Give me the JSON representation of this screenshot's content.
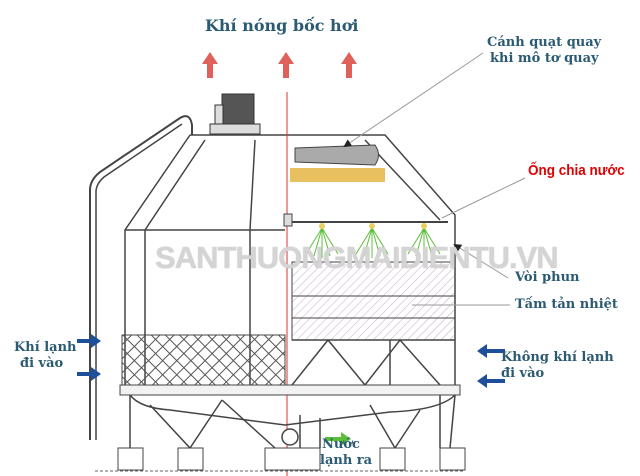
{
  "title": "Khí nóng bốc hơi",
  "watermark": "SANTHUONGMAIDIENTU.VN",
  "labels": {
    "fan_line1": "Cánh quạt quay",
    "fan_line2": "khi mô tơ quay",
    "distribution_pipe": "Ống chia nước",
    "nozzle": "Vòi phun",
    "fill": "Tấm tản nhiệt",
    "air_in_right_line1": "Không khí lạnh",
    "air_in_right_line2": "đi vào",
    "air_in_left_line1": "Khí lạnh",
    "air_in_left_line2": "đi vào",
    "water_out_line1": "Nước",
    "water_out_line2": "lạnh ra"
  },
  "colors": {
    "title": "#2b5a73",
    "hot_air_arrow": "#e0605a",
    "cold_air_arrow": "#1e4f9a",
    "water_arrow": "#5cbf3a",
    "pipe_label": "#e00000",
    "fan_bar": "#e8c060",
    "fill_hatch": "#c9a7c9"
  }
}
